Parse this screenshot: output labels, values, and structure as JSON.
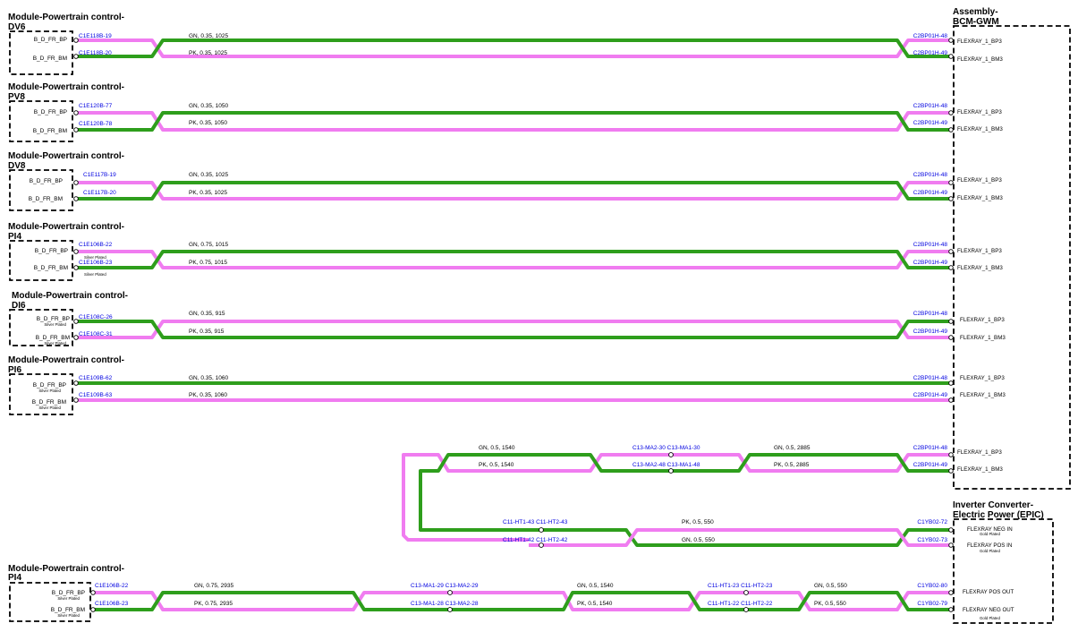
{
  "colors": {
    "green_wire": "#2e9e1c",
    "pink_wire": "#f07cf0",
    "connector_text": "#0000e0"
  },
  "modules": [
    {
      "title_1": "Module-Powertrain control-",
      "title_2": "DV6",
      "pins": [
        {
          "label": "B_D_FR_BP",
          "sub": ""
        },
        {
          "label": "B_D_FR_BM",
          "sub": ""
        }
      ]
    },
    {
      "title_1": "Module-Powertrain control-",
      "title_2": "PV8",
      "pins": [
        {
          "label": "B_D_FR_BP",
          "sub": ""
        },
        {
          "label": "B_D_FR_BM",
          "sub": ""
        }
      ]
    },
    {
      "title_1": "Module-Powertrain control-",
      "title_2": "DV8",
      "pins": [
        {
          "label": "B_D_FR_BP",
          "sub": ""
        },
        {
          "label": "B_D_FR_BM",
          "sub": ""
        }
      ]
    },
    {
      "title_1": "Module-Powertrain control-",
      "title_2": "PI4",
      "pins": [
        {
          "label": "B_D_FR_BP",
          "sub": ""
        },
        {
          "label": "B_D_FR_BM",
          "sub": ""
        }
      ]
    },
    {
      "title_1": "Module-Powertrain control-",
      "title_2": "DI6",
      "pins": [
        {
          "label": "B_D_FR_BP",
          "sub": "Silver Plated"
        },
        {
          "label": "B_D_FR_BM",
          "sub": "Silver Plated"
        }
      ]
    },
    {
      "title_1": "Module-Powertrain control-",
      "title_2": "PI6",
      "pins": [
        {
          "label": "B_D_FR_BP",
          "sub": "Silver Plated"
        },
        {
          "label": "B_D_FR_BM",
          "sub": "Silver Plated"
        }
      ]
    },
    {
      "title_1": "Module-Powertrain control-",
      "title_2": "PI4",
      "pins": [
        {
          "label": "B_D_FR_BP",
          "sub": "Silver Plated"
        },
        {
          "label": "B_D_FR_BM",
          "sub": "Silver Plated"
        }
      ]
    }
  ],
  "circuits": [
    {
      "src_top": "C1E118B-19",
      "src_bot": "C1E118B-20",
      "src_top_note": "",
      "src_bot_note": "",
      "wire_top": "GN,  0.35,  1025",
      "wire_bot": "PK,  0.35,  1025",
      "dst_top": "C2BP01H-48",
      "dst_bot": "C2BP01H-49",
      "sig_top": "FLEXRAY_1_BP3",
      "sig_bot": "FLEXRAY_1_BM3"
    },
    {
      "src_top": "C1E120B-77",
      "src_bot": "C1E120B-78",
      "src_top_note": "",
      "src_bot_note": "",
      "wire_top": "GN,  0.35,  1050",
      "wire_bot": "PK,  0.35,  1050",
      "dst_top": "C2BP01H-48",
      "dst_bot": "C2BP01H-49",
      "sig_top": "FLEXRAY_1_BP3",
      "sig_bot": "FLEXRAY_1_BM3"
    },
    {
      "src_top": "C1E117B-19",
      "src_bot": "C1E117B-20",
      "src_top_note": "",
      "src_bot_note": "",
      "wire_top": "GN,  0.35,  1025",
      "wire_bot": "PK,  0.35,  1025",
      "dst_top": "C2BP01H-48",
      "dst_bot": "C2BP01H-49",
      "sig_top": "FLEXRAY_1_BP3",
      "sig_bot": "FLEXRAY_1_BM3"
    },
    {
      "src_top": "C1E106B-22",
      "src_bot": "C1E106B-23",
      "src_top_note": "Silver Plated",
      "src_bot_note": "Silver Plated",
      "wire_top": "GN,  0.75,  1015",
      "wire_bot": "PK,  0.75,  1015",
      "dst_top": "C2BP01H-48",
      "dst_bot": "C2BP01H-49",
      "sig_top": "FLEXRAY_1_BP3",
      "sig_bot": "FLEXRAY_1_BM3"
    },
    {
      "src_top": "C1E108C-26",
      "src_bot": "C1E108C-31",
      "src_top_note": "",
      "src_bot_note": "",
      "wire_top": "GN,  0.35,  915",
      "wire_bot": "PK,  0.35,  915",
      "dst_top": "C2BP01H-48",
      "dst_bot": "C2BP01H-49",
      "sig_top": "FLEXRAY_1_BP3",
      "sig_bot": "FLEXRAY_1_BM3"
    },
    {
      "src_top": "C1E109B-62",
      "src_bot": "C1E109B-63",
      "src_top_note": "",
      "src_bot_note": "",
      "wire_top": "GN,  0.35,  1060",
      "wire_bot": "PK,  0.35,  1060",
      "dst_top": "C2BP01H-48",
      "dst_bot": "C2BP01H-49",
      "sig_top": "FLEXRAY_1_BP3",
      "sig_bot": "FLEXRAY_1_BM3"
    }
  ],
  "assembly": {
    "title_1": "Assembly-",
    "title_2": "BCM-GWM"
  },
  "inverter": {
    "title_1": "Inverter Converter-",
    "title_2": "Electric Power (EPIC)"
  },
  "epic_link": {
    "wire1_top": "GN,  0.5,  1540",
    "wire1_bot": "PK,  0.5,  1540",
    "splice_top": "C13-MA2-30  C13-MA1-30",
    "splice_bot": "C13-MA2-48  C13-MA1-48",
    "wire2_top": "GN,  0.5,  2885",
    "wire2_bot": "PK,  0.5,  2885",
    "dst_top": "C2BP01H-48",
    "dst_bot": "C2BP01H-49",
    "sig_top": "FLEXRAY_1_BP3",
    "sig_bot": "FLEXRAY_1_BM3"
  },
  "epic_mid": {
    "splice_top": "C11-HT1-43  C11-HT2-43",
    "splice_bot": "C11-HT1-42  C11-HT2-42",
    "wire_top": "PK,  0.5,  550",
    "wire_bot": "GN,  0.5,  550",
    "dst_top": "C1YB02-72",
    "dst_bot": "C1YB02-73",
    "sig_top": "FLEXRAY NEG IN",
    "sig_bot": "FLEXRAY POS IN",
    "note_top": "Gold Plated",
    "note_bot": "Gold Plated"
  },
  "last": {
    "src_top": "C1E106B-22",
    "src_bot": "C1E106B-23",
    "wire1_top": "GN,  0.75,  2935",
    "wire1_bot": "PK,  0.75,  2935",
    "splice1_top": "C13-MA1-29  C13-MA2-29",
    "splice1_bot": "C13-MA1-28  C13-MA2-28",
    "wire2_top": "GN,  0.5,  1540",
    "wire2_bot": "PK,  0.5,  1540",
    "splice2_top": "C11-HT1-23  C11-HT2-23",
    "splice2_bot": "C11-HT1-22  C11-HT2-22",
    "wire3_top": "GN,  0.5,  550",
    "wire3_bot": "PK,  0.5,  550",
    "dst_top": "C1YB02-80",
    "dst_bot": "C1YB02-79",
    "sig_top": "FLEXRAY POS OUT",
    "sig_bot": "FLEXRAY NEG OUT",
    "note_bot": "Gold Plated"
  }
}
